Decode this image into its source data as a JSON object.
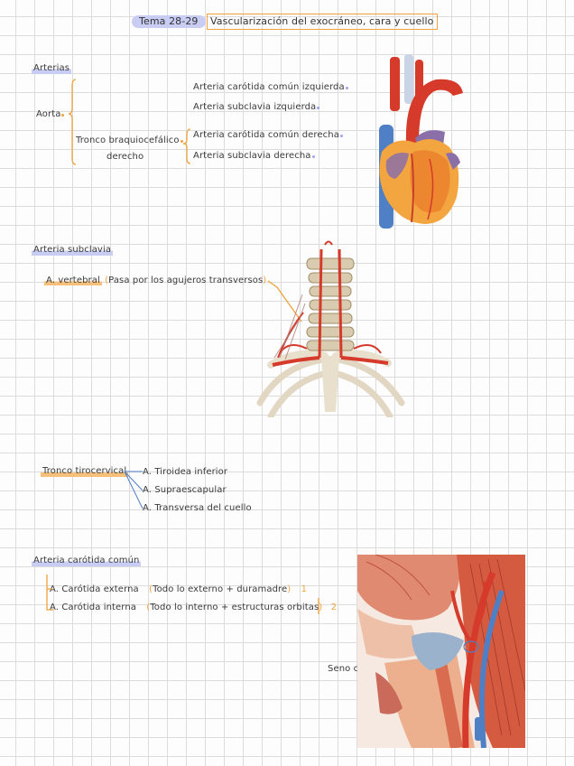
{
  "header": {
    "topic": "Tema 28-29",
    "title": "Vascularización del exocráneo, cara y cuello"
  },
  "arterias": {
    "heading": "Arterias",
    "aorta": "Aorta",
    "izq_carotida": "Arteria carótida común izquierda",
    "izq_subclavia": "Arteria subclavia izquierda",
    "tronco_line1": "Tronco braquiocefálico",
    "tronco_line2": "derecho",
    "der_carotida": "Arteria carótida común derecha",
    "der_subclavia": "Arteria subclavia derecha"
  },
  "subclavia": {
    "heading": "Arteria subclavia",
    "vertebral": "A. vertebral",
    "vertebral_note": "Pasa por los agujeros transversos"
  },
  "tirocervical": {
    "heading": "Tronco tirocervical",
    "branches": [
      "A. Tiroidea inferior",
      "A. Supraescapular",
      "A. Transversa del cuello"
    ]
  },
  "carotida": {
    "heading": "Arteria carótida común",
    "externa": "A. Carótida externa",
    "externa_note": "Todo lo externo + duramadre",
    "externa_num": "1",
    "interna": "A. Carótida interna",
    "interna_note": "Todo lo interno + estructuras orbitas",
    "interna_num": "2",
    "seno_label": "Seno carotídeo"
  },
  "colors": {
    "blue_highlight": "#c9cdf3",
    "orange_accent": "#f0a33c",
    "artery_red": "#d63a2a",
    "vein_blue": "#4f7fc4"
  }
}
